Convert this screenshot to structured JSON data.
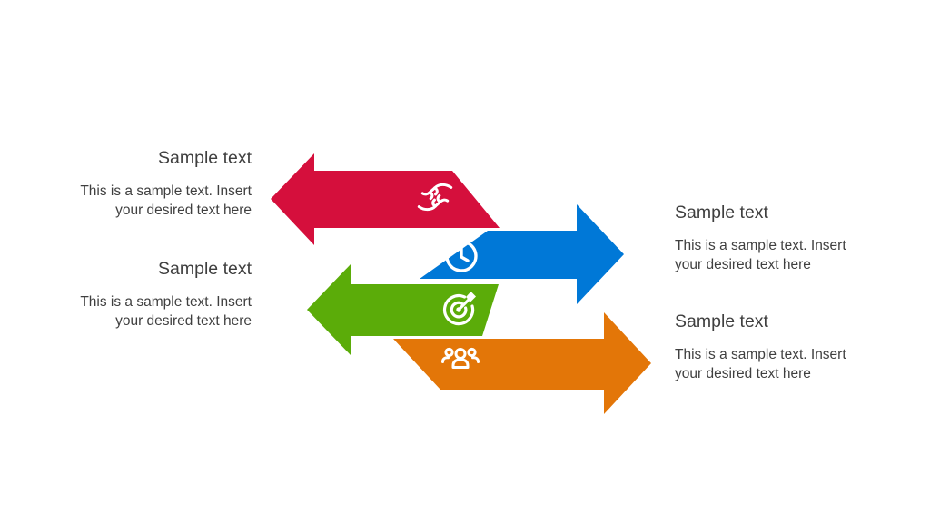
{
  "slide": {
    "background_color": "#ffffff",
    "text_color": "#3f3f3f",
    "icon_color": "#ffffff"
  },
  "blocks": [
    {
      "id": "red",
      "side": "left",
      "arrow_direction": "left",
      "color": "#d50f3c",
      "icon": "partnership-hands-icon",
      "title": "Sample text",
      "desc_line1": "This is a sample text. Insert",
      "desc_line2": "your desired text here"
    },
    {
      "id": "blue",
      "side": "right",
      "arrow_direction": "right",
      "color": "#0078d7",
      "icon": "history-clock-icon",
      "title": "Sample text",
      "desc_line1": "This is a sample text. Insert",
      "desc_line2": "your desired text here"
    },
    {
      "id": "green",
      "side": "left",
      "arrow_direction": "left",
      "color": "#5bac09",
      "icon": "target-goal-icon",
      "title": "Sample text",
      "desc_line1": "This is a sample text. Insert",
      "desc_line2": "your desired text here"
    },
    {
      "id": "orange",
      "side": "right",
      "arrow_direction": "right",
      "color": "#e37608",
      "icon": "people-group-icon",
      "title": "Sample text",
      "desc_line1": "This is a sample text. Insert",
      "desc_line2": "your desired text here"
    }
  ]
}
